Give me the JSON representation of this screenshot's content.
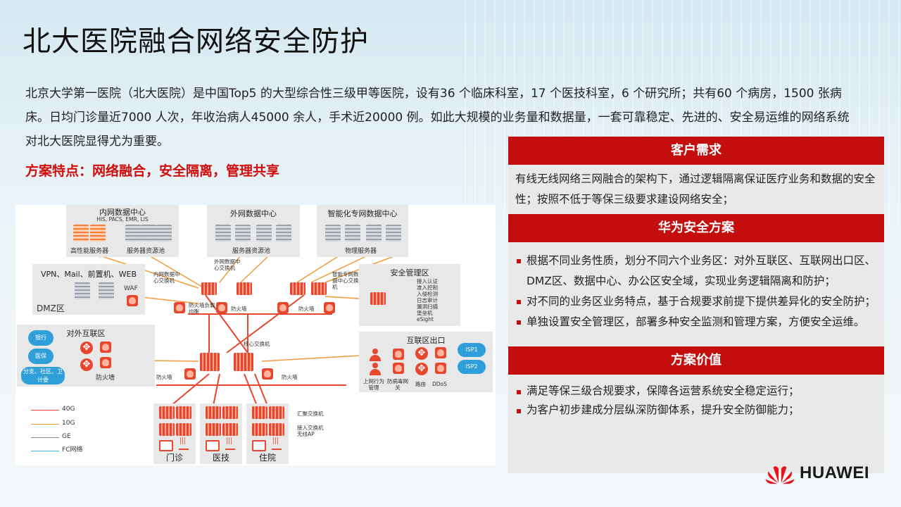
{
  "title": "北大医院融合网络安全防护",
  "intro": "北京大学第一医院（北大医院）是中国Top5 的大型综合性三级甲等医院，设有36 个临床科室，17 个医技科室，6 个研究所；共有60 个病房，1500 张病床。日均门诊量近7000 人次，年收治病人45000 余人，手术近20000 例。如此大规模的业务量和数据量，一套可靠稳定、先进的、安全易运维的网络系统对北大医院显得尤为重要。",
  "feature": "方案特点：网络融合，安全隔离，管理共享",
  "diagram": {
    "inner_dc": {
      "title": "内网数据中心",
      "sub": "HIS, PACS, EMR, LIS",
      "hpc": "高性能服务器",
      "pool": "服务器资源池"
    },
    "outer_dc": {
      "title": "外网数据中心",
      "pool": "服务器资源池"
    },
    "smart_dc": {
      "title": "智能化专网数据中心",
      "pool": "物理服务器"
    },
    "dmz": {
      "title": "VPN、Mail、前置机、WEB",
      "name": "DMZ区",
      "waf": "WAF"
    },
    "security": {
      "title": "安全管理区",
      "items": [
        "接入认证",
        "准入控制",
        "入侵检测",
        "日志审计",
        "漏洞扫描",
        "堡垒机",
        "eSight"
      ]
    },
    "external": {
      "title": "对外互联区",
      "bank": "银行",
      "insurance": "医保",
      "branch": "分支、社区、卫计委",
      "firewall": "防火墙"
    },
    "internet": {
      "title": "互联区出口",
      "behavior": "上网行为管理",
      "antivirus": "防病毒网关",
      "route": "路由",
      "ddos": "DDoS",
      "isp1": "ISP1",
      "isp2": "ISP2"
    },
    "labels": {
      "inner_sw": "内网数据中心交换机",
      "outer_sw": "外网数据中心交换机",
      "smart_sw": "智能专网数据中心交换机",
      "fw_lb": "防火墙负载均衡",
      "fw": "防火墙",
      "core": "核心交换机",
      "agg": "汇聚交换机",
      "access": "接入交换机",
      "wifi": "无线AP"
    },
    "areas": [
      "门诊",
      "医技",
      "住院"
    ],
    "legend": [
      {
        "name": "40G",
        "color": "#e8472d"
      },
      {
        "name": "10G",
        "color": "#f39a3c"
      },
      {
        "name": "GE",
        "color": "#8c8c8c"
      },
      {
        "name": "FC网络",
        "color": "#46b7d6"
      }
    ]
  },
  "panels": {
    "need": {
      "header": "客户需求",
      "text": "有线无线网络三网融合的架构下，通过逻辑隔离保证医疗业务和数据的安全性；按照不低于等保三级要求建设网络安全；"
    },
    "solution": {
      "header": "华为安全方案",
      "bullets": [
        "根据不同业务性质，划分不同六个业务区：对外互联区、互联网出口区、DMZ区、数据中心、办公区安全域，实现业务逻辑隔离和防护；",
        "对不同的业务区业务特点，基于合规要求前提下提供差异化的安全防护；",
        "单独设置安全管理区，部署多种安全监测和管理方案，方便安全运维。"
      ]
    },
    "value": {
      "header": "方案价值",
      "bullets": [
        "满足等保三级合规要求，保障各运营系统安全稳定运行；",
        "为客户初步建成分层纵深防御体系，提升安全防御能力；"
      ]
    }
  },
  "brand": "HUAWEI"
}
